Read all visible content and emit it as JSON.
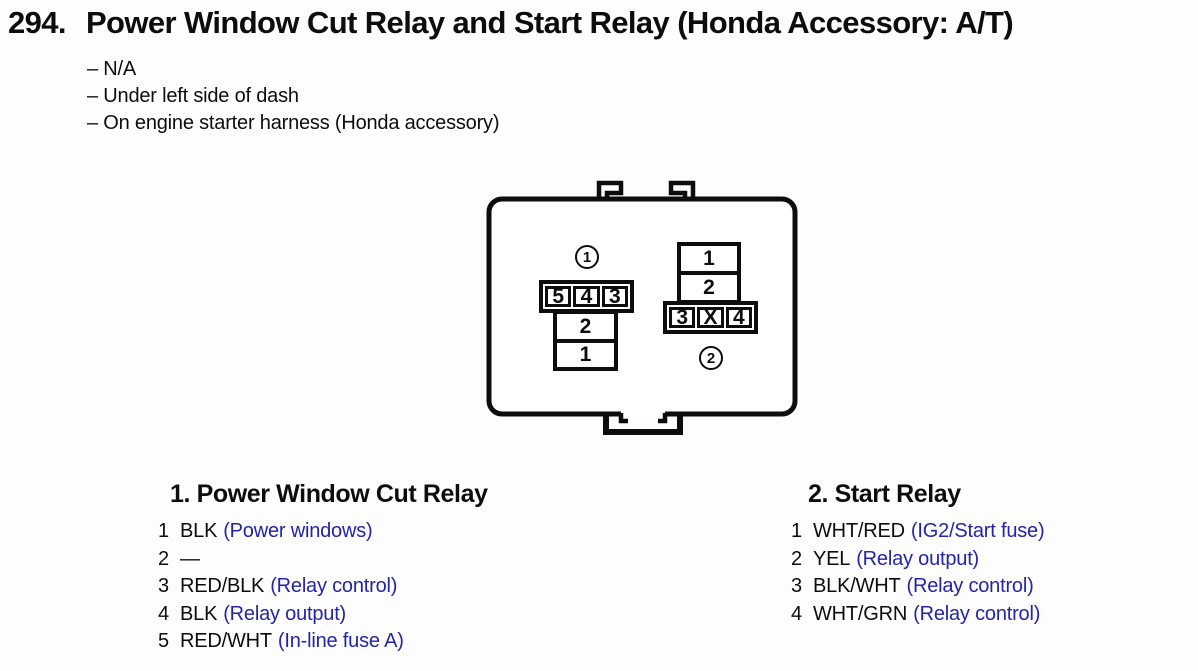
{
  "colors": {
    "ink": "#0d0d0d",
    "link_blue": "#2424a8",
    "background": "#ffffff"
  },
  "header": {
    "number": "294.",
    "title": "Power Window Cut Relay and Start Relay (Honda Accessory: A/T)",
    "notes": [
      "– N/A",
      "– Under left side of dash",
      "– On engine starter harness (Honda accessory)"
    ]
  },
  "diagram": {
    "connector1": {
      "badge": "1",
      "row_cells": [
        "5",
        "4",
        "3"
      ],
      "stack_cells": [
        "2",
        "1"
      ]
    },
    "connector2": {
      "badge": "2",
      "stack_cells": [
        "1",
        "2"
      ],
      "row_cells": [
        "3",
        "X",
        "4"
      ]
    }
  },
  "legend": {
    "left": {
      "title": "1. Power Window Cut Relay",
      "items": [
        {
          "pin": "1",
          "wire": "BLK",
          "desc": "(Power windows)"
        },
        {
          "pin": "2",
          "wire": "—",
          "desc": ""
        },
        {
          "pin": "3",
          "wire": "RED/BLK",
          "desc": "(Relay control)"
        },
        {
          "pin": "4",
          "wire": "BLK",
          "desc": "(Relay output)"
        },
        {
          "pin": "5",
          "wire": "RED/WHT",
          "desc": "(In-line fuse A)"
        }
      ]
    },
    "right": {
      "title": "2. Start Relay",
      "items": [
        {
          "pin": "1",
          "wire": "WHT/RED",
          "desc": "(IG2/Start fuse)"
        },
        {
          "pin": "2",
          "wire": "YEL",
          "desc": "(Relay output)"
        },
        {
          "pin": "3",
          "wire": "BLK/WHT",
          "desc": "(Relay control)"
        },
        {
          "pin": "4",
          "wire": "WHT/GRN",
          "desc": "(Relay control)"
        }
      ]
    }
  }
}
